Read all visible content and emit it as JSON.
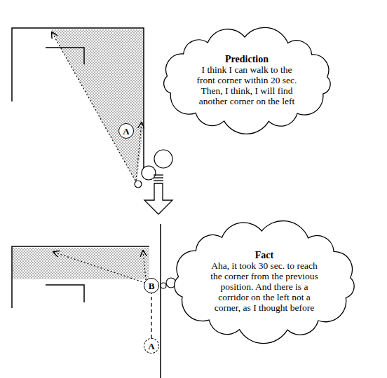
{
  "diagram": {
    "nodes": [
      {
        "text": [
          "Prediction",
          "I think I can walk to the front corner within 20 sec. Then, I think, I will find another corner on the left"
        ]
      },
      {
        "text": [
          "A"
        ]
      },
      {
        "text": [
          "Fact",
          "Aha, it took 30 sec. to reach the corner from the previous position. And there is a corridor on the left not a corner, as I thought before"
        ]
      },
      {
        "text": [
          "B"
        ]
      },
      {
        "text": [
          "A"
        ]
      }
    ],
    "edges": [
      {
        "from": 4,
        "to": 3,
        "arrow": "none"
      }
    ]
  }
}
